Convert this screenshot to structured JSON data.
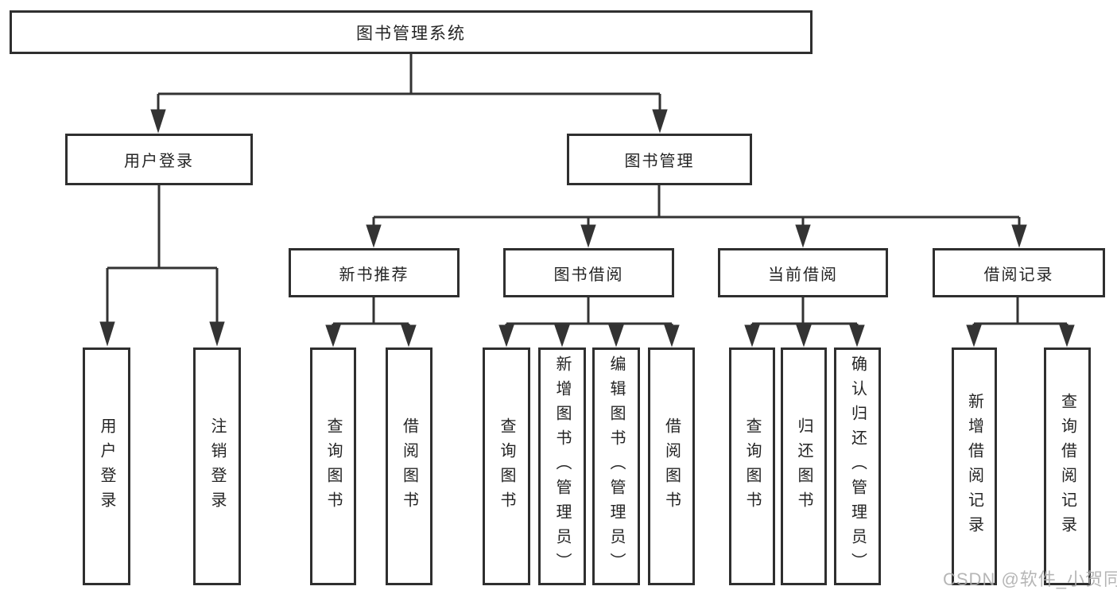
{
  "diagram": {
    "root": "图书管理系统",
    "level2": [
      "用户登录",
      "图书管理"
    ],
    "level3": [
      "新书推荐",
      "图书借阅",
      "当前借阅",
      "借阅记录"
    ],
    "leaves": [
      "用户登录",
      "注销登录",
      "查询图书",
      "借阅图书",
      "查询图书",
      "新增图书（管理员）",
      "编辑图书（管理员）",
      "借阅图书",
      "查询图书",
      "归还图书",
      "确认归还（管理员）",
      "新增借阅记录",
      "查询借阅记录"
    ]
  },
  "watermark": "CSDN @软件_小贺同学",
  "colors": {
    "line": "#333333",
    "border": "#2f2f2f",
    "text": "#242424",
    "background": "#ffffff",
    "watermark": "#acacac"
  }
}
